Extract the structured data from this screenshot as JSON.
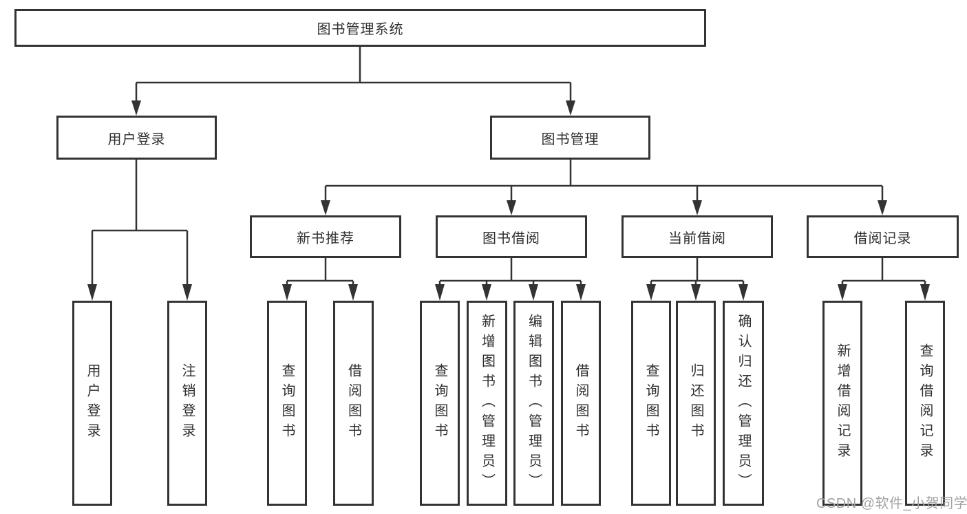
{
  "nodes": {
    "root": "图书管理系统",
    "user_login": "用户登录",
    "book_mgmt": "图书管理",
    "new_rec": "新书推荐",
    "book_borrow": "图书借阅",
    "current_borrow": "当前借阅",
    "borrow_record": "借阅记录",
    "leaf_user_login": "用户登录",
    "leaf_logout": "注销登录",
    "leaf_query_book_a": "查询图书",
    "leaf_borrow_book_a": "借阅图书",
    "leaf_query_book_b": "查询图书",
    "leaf_add_book": "新增图书（管理员）",
    "leaf_edit_book": "编辑图书（管理员）",
    "leaf_borrow_book_b": "借阅图书",
    "leaf_query_book_c": "查询图书",
    "leaf_return_book": "归还图书",
    "leaf_confirm_return": "确认归还（管理员）",
    "leaf_add_record": "新增借阅记录",
    "leaf_query_record": "查询借阅记录"
  },
  "watermark": {
    "text": "CSDN @软件_小贺同学"
  },
  "colors": {
    "line": "#333333",
    "box_border": "#333333",
    "text": "#2f2f2f",
    "watermark": "#a3a3a3"
  }
}
